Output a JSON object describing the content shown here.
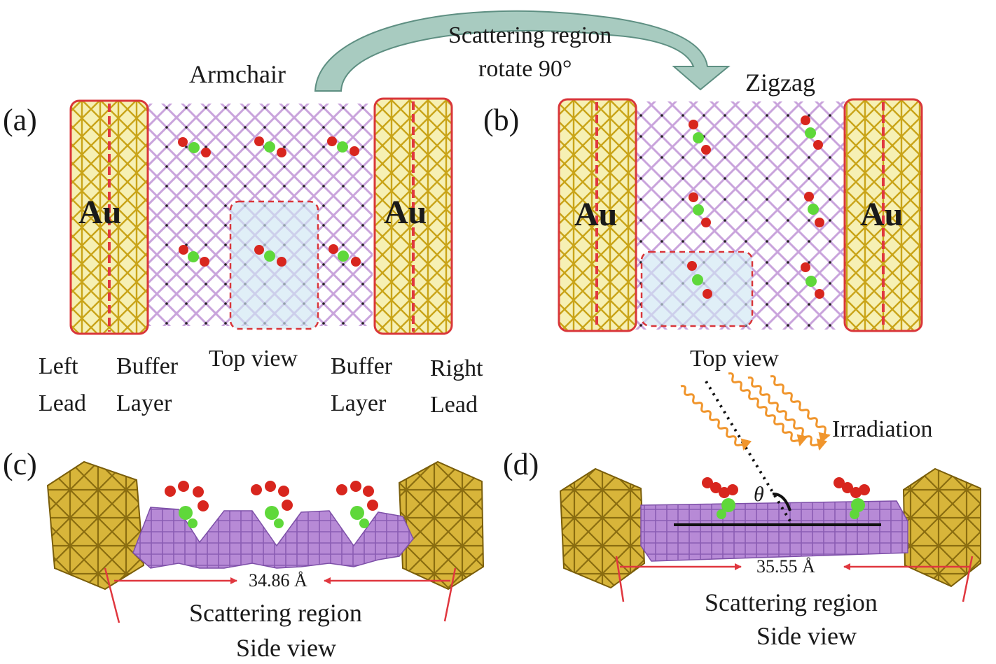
{
  "top": {
    "armchair": "Armchair",
    "zigzag": "Zigzag",
    "rotate_line1": "Scattering region",
    "rotate_line2": "rotate  90°"
  },
  "panels": {
    "a": "(a)",
    "b": "(b)",
    "c": "(c)",
    "d": "(d)"
  },
  "lead_label": "Au",
  "a_labels": {
    "left_lead_1": "Left",
    "left_lead_2": "Lead",
    "buffer_left_1": "Buffer",
    "buffer_left_2": "Layer",
    "top_view": "Top view",
    "buffer_right_1": "Buffer",
    "buffer_right_2": "Layer",
    "right_lead_1": "Right",
    "right_lead_2": "Lead"
  },
  "b_labels": {
    "top_view": "Top view",
    "irradiation": "Irradiation",
    "theta": "θ"
  },
  "c_labels": {
    "distance": "34.86 Å",
    "line1": "Scattering  region",
    "line2": "Side view"
  },
  "d_labels": {
    "distance": "35.55 Å",
    "line1": "Scattering  region",
    "line2": "Side view"
  },
  "colors": {
    "gold": "#c9a418",
    "gold_fill": "#f6f0b4",
    "lattice": "#c9a4dc",
    "lead_frame": "#d9363a",
    "oxygen": "#d8261e",
    "carbon": "#5fd83a",
    "arrow": "#8fb8ad",
    "wave": "#f0952c",
    "dist_arrow": "#e0373f"
  },
  "icons": {
    "rotate_arrow": "curved-arrow-icon",
    "light": "wavy-arrow-icon"
  }
}
